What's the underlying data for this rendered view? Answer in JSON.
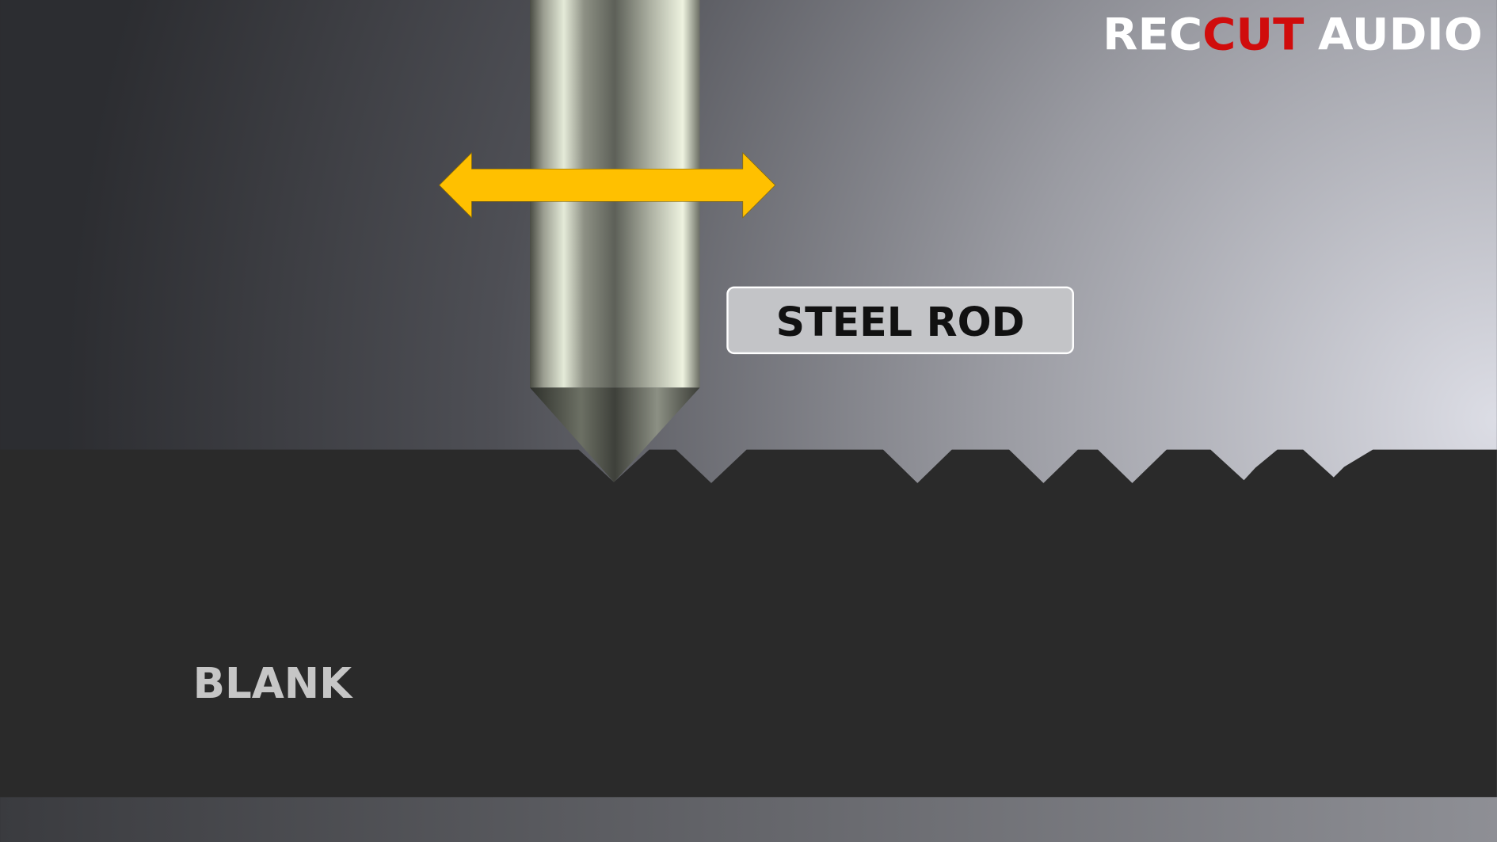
{
  "logo": {
    "part1": "REC",
    "part2": "CUT",
    "part3": "AUDIO"
  },
  "labels": {
    "steel_rod": "STEEL ROD",
    "blank": "BLANK"
  },
  "colors": {
    "arrow": "#ffc000",
    "logo_red": "#d00c0c",
    "blank": "#2a2a2a",
    "label_box": "#c3c4c7"
  }
}
